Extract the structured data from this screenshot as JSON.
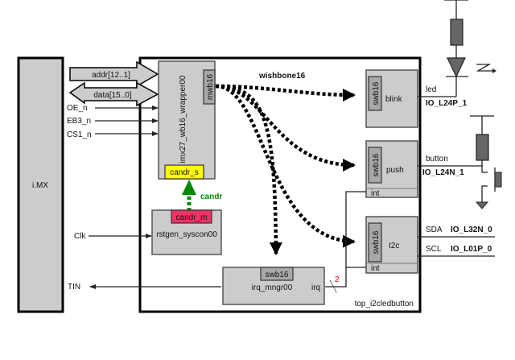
{
  "diagram": {
    "imx": {
      "label": "i.MX"
    },
    "top": {
      "label": "top_i2cledbutton"
    },
    "external_signals": {
      "addr": "addr[12..1]",
      "data": "data[15..0]",
      "oe": "OE_n",
      "eb3": "EB3_n",
      "cs1": "CS1_n",
      "clk": "Clk",
      "tin": "TIN"
    },
    "wrapper": {
      "label": "imx27_wb16_wrapper00",
      "port_master": "mwb16",
      "port_candr": "candr_s"
    },
    "rstgen": {
      "label": "rstgen_syscon00",
      "port_candr": "candr_m"
    },
    "candr_link": {
      "label": "candr",
      "color": "#008800"
    },
    "bus": {
      "label": "wishbone16"
    },
    "blink": {
      "label": "blink",
      "port": "swb16",
      "signal": "led",
      "pin": "IO_L24P_1"
    },
    "push": {
      "label": "push",
      "port": "swb16",
      "int": "int",
      "signal": "button",
      "pin": "IO_L24N_1"
    },
    "i2c": {
      "label": "I2c",
      "port": "swb16",
      "int": "int",
      "sda": "SDA",
      "sda_pin": "IO_L32N_0",
      "scl": "SCL",
      "scl_pin": "IO_L01P_0"
    },
    "irq": {
      "label": "irq_mngr00",
      "port": "swb16",
      "out": "irq",
      "width": "2"
    },
    "colors": {
      "candr_s": "#ffff00",
      "candr_m": "#ee3366",
      "block": "#cccccc",
      "port": "#a8a8a8",
      "width_label": "#ee0000"
    }
  }
}
